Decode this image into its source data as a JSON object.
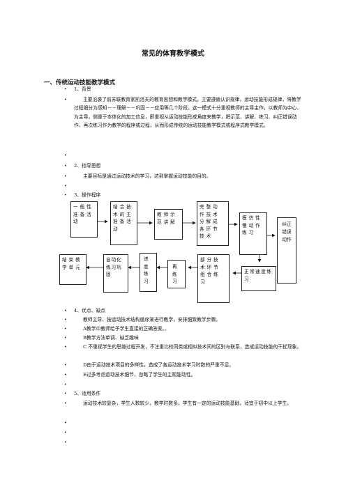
{
  "doc": {
    "title": "常见的体育教学模式",
    "section1": "一、传统运动技能教学模式",
    "item1_label": "1、背景",
    "item1_text": "主要沿袭了前苏联教育家凯洛夫的教育思想和教学模式，主要遵循认识规律，运动技能形成规律，将教学过程细分为感知－－理解－－巩固－－应用等几个阶段。这一模式十分重视教师的主导主作，以教师为中心、为主导，侧重于本体化的加工信息，即重视从运动技能形成角度来教学，把示范、讲解、练习、纠正错误动作、再次练习作为教学的程序或过程，从而形成传统的运动技能教学模式或程序式教学模式。",
    "item2_label": "2、指导思想",
    "item2_text": "主要目标是通过运动技术的学习，达到掌握运动技能的目的。",
    "item3_label": "3、操作程序",
    "flow": {
      "b1": "一般性准备活动",
      "b2": "结合技术的主准备活动",
      "b3": "教师示范讲解",
      "b4": "完整动作技术分解成各环节技术",
      "b5": "模仿性慢动作练习",
      "b6": "纠正错误动作",
      "b7": "正常速度练习",
      "b8": "部分技术环节组合练习",
      "b9": "再练习",
      "b10": "进度练习",
      "b11": "自动化练习巩固",
      "b12": "结束教学单元"
    },
    "item4_label": "4、优点、缺点",
    "pros_cons": [
      "教师主导、按运动技术结构循序渐进行教学，安排细致教学步骤。",
      "A教学中教师给予学生直接的正确答案。。",
      "B教学方法单调、缺乏趣味",
      "C 不重视学生的思维过程开发，不注重比较同类或相似技术间的区别与联系，造成运动技能的干扰现象。",
      "D由于运动技术项目的多样性，造成了各运动技术学习时数的严重不足。",
      "E过多考虑运动技术细节，忽略了学生的主观能动性。"
    ],
    "item5_label": "5、适用条件",
    "item5_text": "运动技术较复杂，学生人数较少，教学时数多，学生有一定的运动技能基础，适宜于初中以上学生。",
    "bullet_char": "•"
  }
}
